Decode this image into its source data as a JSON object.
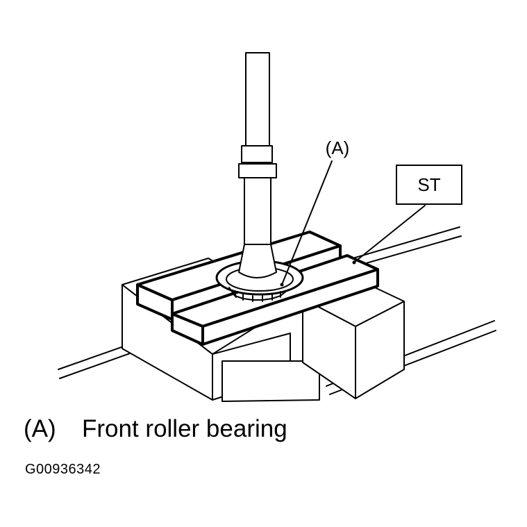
{
  "figure": {
    "callout_label": "(A)",
    "tool_label": "ST"
  },
  "legend": {
    "key": "(A)",
    "description": "Front roller bearing"
  },
  "figure_id": "G00936342"
}
